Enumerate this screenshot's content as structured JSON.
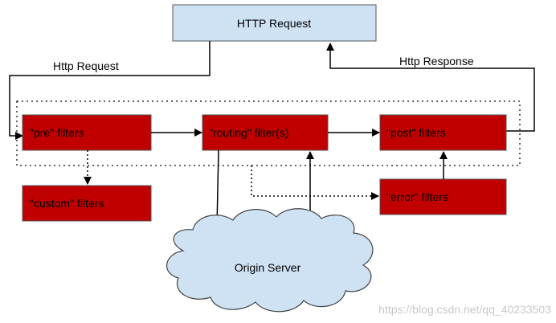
{
  "colors": {
    "request_box_fill": "#cfe2f3",
    "filter_box_fill": "#c00000",
    "cloud_fill": "#cfe2f3",
    "line": "#000000"
  },
  "request_box": {
    "label": "HTTP Request"
  },
  "edge_labels": {
    "request": "Http Request",
    "response": "Http Response"
  },
  "filters": {
    "pre": "\"pre\" filters",
    "routing": "\"routing\" filter(s)",
    "post": "\"post\" filters",
    "custom": "\"custom\" filters",
    "error": "\"error\" filters"
  },
  "origin_server": {
    "label": "Origin Server"
  },
  "watermark": "https://blog.csdn.net/qq_40233503"
}
